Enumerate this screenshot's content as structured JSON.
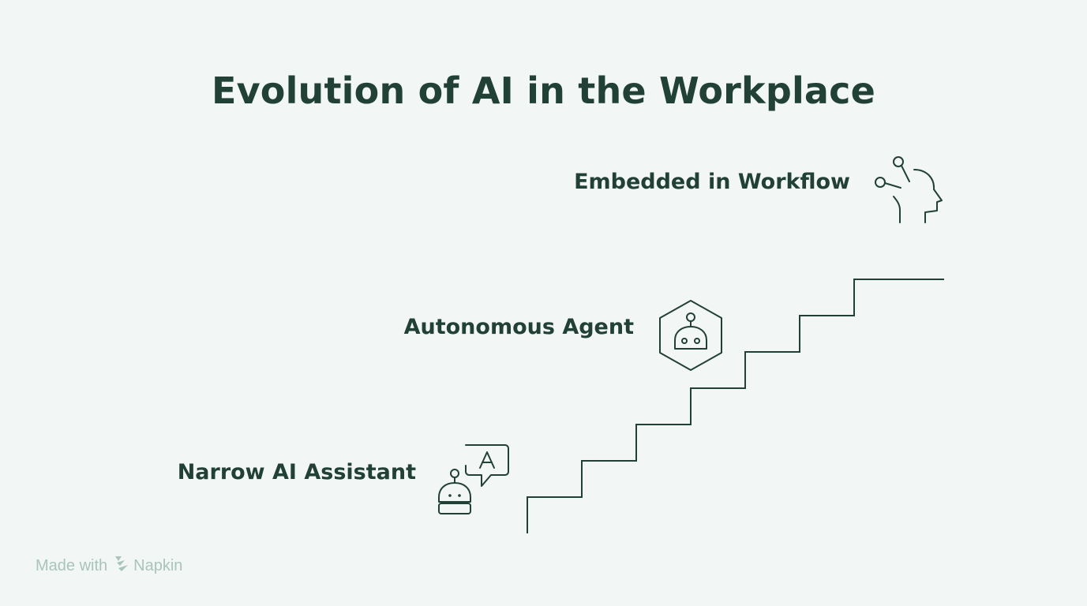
{
  "title": "Evolution of AI in the Workplace",
  "steps": [
    {
      "label": "Narrow AI Assistant",
      "icon": "robot-chat-icon"
    },
    {
      "label": "Autonomous Agent",
      "icon": "robot-hexagon-icon"
    },
    {
      "label": "Embedded in Workflow",
      "icon": "ai-head-icon"
    }
  ],
  "watermark": {
    "made_with": "Made with",
    "brand": "Napkin"
  },
  "colors": {
    "background": "#f2f6f5",
    "ink": "#214036",
    "watermark": "#a9c4bb"
  }
}
